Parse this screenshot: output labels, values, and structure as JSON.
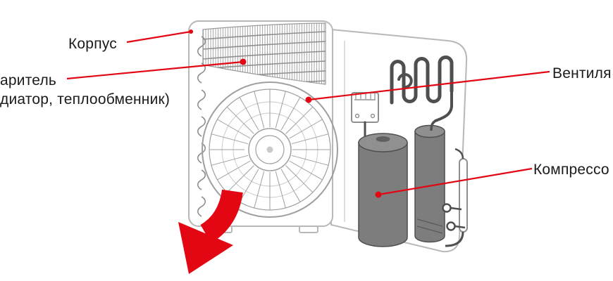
{
  "figure": {
    "subject": "air-conditioner-outdoor-unit-cutaway-diagram",
    "callouts": [
      {
        "id": "housing",
        "label": "Корпус"
      },
      {
        "id": "evaporator",
        "label_line1": "аритель",
        "label_line2": "диатор, теплообменник)"
      },
      {
        "id": "fan",
        "label": "Вентиля"
      },
      {
        "id": "compressor",
        "label": "Компрессо"
      }
    ],
    "colors": {
      "accent_red": "#e30613",
      "outline_gray": "#b8b8b8",
      "detail_gray": "#8f8f8f",
      "dark_part_gray": "#7d7d7d",
      "text": "#1b1b1b",
      "background": "#ffffff"
    }
  }
}
